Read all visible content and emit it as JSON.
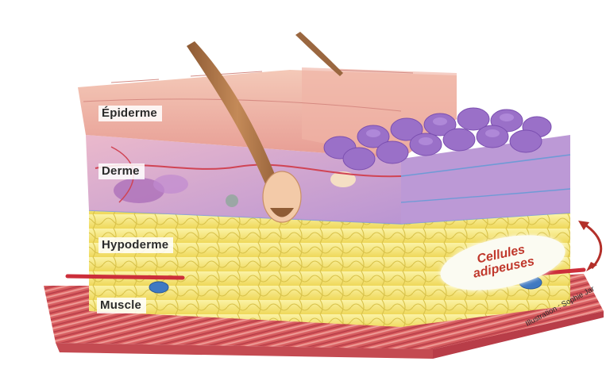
{
  "labels": {
    "epiderme": "Épiderme",
    "derme": "Derme",
    "hypoderme": "Hypoderme",
    "muscle": "Muscle"
  },
  "callout": {
    "line1": "Cellules",
    "line2": "adipeuses"
  },
  "credit": "Illustration : Sophie Jar",
  "colors": {
    "epidermis": "#f2b7a6",
    "dermis": "#c9a6d6",
    "fat": "#f6ea8a",
    "muscle": "#d9585a",
    "hair": "#b07a4e",
    "callout_text": "#c0382c",
    "arrow": "#b3302a"
  }
}
